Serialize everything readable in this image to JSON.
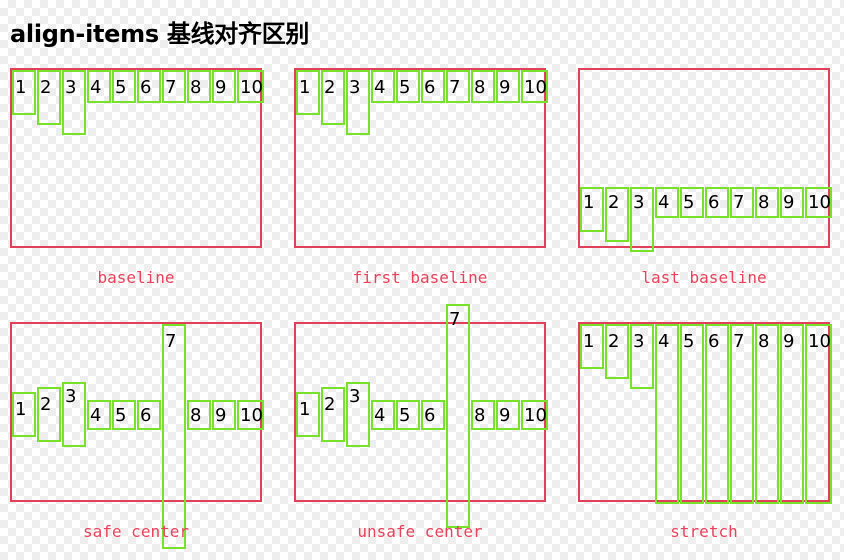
{
  "page": {
    "title": "align-items 基线对齐区别"
  },
  "panels": [
    {
      "id": "baseline",
      "caption": "baseline"
    },
    {
      "id": "first-baseline",
      "caption": "first baseline"
    },
    {
      "id": "last-baseline",
      "caption": "last baseline"
    },
    {
      "id": "safe-center",
      "caption": "safe center"
    },
    {
      "id": "unsafe-center",
      "caption": "unsafe center"
    },
    {
      "id": "stretch",
      "caption": "stretch"
    }
  ],
  "items": [
    "1",
    "2",
    "3",
    "4",
    "5",
    "6",
    "7",
    "8",
    "9",
    "10"
  ],
  "colors": {
    "container_border": "#e0405a",
    "item_border": "#78e22a",
    "caption": "#e8425c"
  }
}
